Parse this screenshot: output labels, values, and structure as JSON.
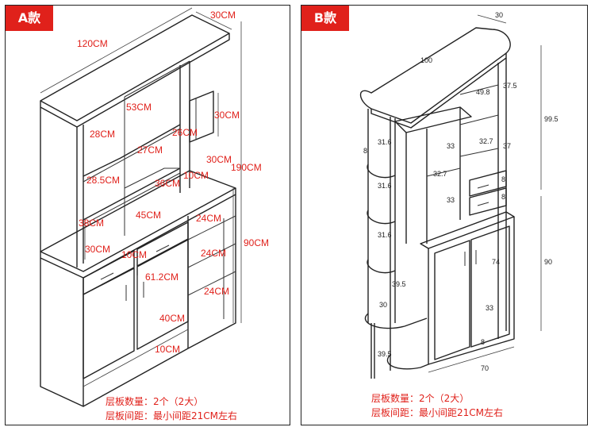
{
  "panel_a": {
    "badge": "A款",
    "dims": {
      "d1": "120CM",
      "d2": "30CM",
      "d3": "53CM",
      "d4": "30CM",
      "d5": "28CM",
      "d6": "26CM",
      "d7": "27CM",
      "d8": "30CM",
      "d9": "190CM",
      "d10": "28.5CM",
      "d11": "36CM",
      "d12": "10CM",
      "d13": "45CM",
      "d14": "24CM",
      "d15": "38CM",
      "d16": "90CM",
      "d17": "30CM",
      "d18": "10CM",
      "d19": "24CM",
      "d20": "61.2CM",
      "d21": "24CM",
      "d22": "40CM",
      "d23": "10CM"
    },
    "note_line1": "层板数量：2个（2大）",
    "note_line2": "层板间距：最小间距21CM左右"
  },
  "panel_b": {
    "badge": "B款",
    "dims": {
      "d1": "30",
      "d2": "100",
      "d3": "49.8",
      "d4": "37.5",
      "d5": "99.5",
      "d6": "31.6",
      "d7": "33",
      "d8": "32.7",
      "d9": "37",
      "d10": "8",
      "d11": "32.7",
      "d12": "31.6",
      "d13": "33",
      "d14": "8",
      "d15": "8",
      "d16": "31.6",
      "d17": "74",
      "d18": "90",
      "d19": "39.5",
      "d20": "30",
      "d21": "33",
      "d22": "8",
      "d23": "39.5",
      "d24": "70"
    },
    "note_line1": "层板数量：2个（2大）",
    "note_line2": "层板间距：最小间距21CM左右"
  }
}
